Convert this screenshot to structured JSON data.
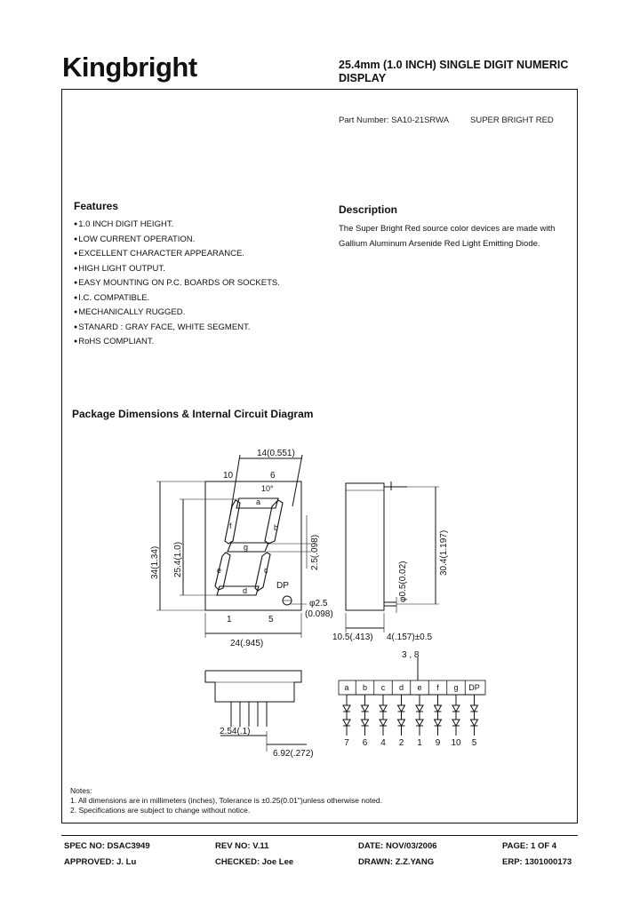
{
  "header": {
    "logo": "Kingbright",
    "title_line1": "25.4mm (1.0 INCH) SINGLE DIGIT NUMERIC",
    "title_line2": "DISPLAY"
  },
  "part": {
    "number": "Part Number: SA10-21SRWA",
    "color": "SUPER  BRIGHT  RED"
  },
  "features": {
    "heading": "Features",
    "items": [
      "1.0  INCH DIGIT HEIGHT.",
      "LOW  CURRENT  OPERATION.",
      "EXCELLENT CHARACTER APPEARANCE.",
      "HIGH LIGHT OUTPUT.",
      "EASY MOUNTING ON P.C. BOARDS OR SOCKETS.",
      "I.C. COMPATIBLE.",
      "MECHANICALLY RUGGED.",
      "STANARD : GRAY FACE, WHITE SEGMENT.",
      "RoHS COMPLIANT."
    ]
  },
  "description": {
    "heading": "Description",
    "line1": "The Super Bright Red source color devices are made with",
    "line2": "Gallium Aluminum Arsenide Red Light Emitting Diode."
  },
  "package": {
    "heading": "Package Dimensions & Internal Circuit Diagram",
    "dims": {
      "width_top": "14(0.551)",
      "angle": "10°",
      "height_total": "34(1.34)",
      "height_digit": "25.4(1.0)",
      "seg_gap": "2.5(.098)",
      "dp_dia": "φ2.5",
      "dp_dia_in": "(0.098)",
      "width_body": "24(.945)",
      "side_height": "30.4(1.197)",
      "pin_dia": "φ0.5(0.02)",
      "depth": "10.5(.413)",
      "pin_len": "4(.157)±0.5",
      "pitch": "2.54(.1)",
      "row_span": "6.92(.272)"
    },
    "pins_top": [
      "10",
      "6"
    ],
    "pins_bottom": [
      "1",
      "5"
    ],
    "segments": [
      "a",
      "b",
      "c",
      "d",
      "e",
      "f",
      "g"
    ],
    "dp_label": "DP",
    "circuit": {
      "common": "3 , 8",
      "labels": [
        "a",
        "b",
        "c",
        "d",
        "e",
        "f",
        "g",
        "DP"
      ],
      "pins": [
        "7",
        "6",
        "4",
        "2",
        "1",
        "9",
        "10",
        "5"
      ]
    }
  },
  "notes": {
    "title": "Notes:",
    "n1": "1. All dimensions are in millimeters (inches), Tolerance is ±0.25(0.01\")unless otherwise noted.",
    "n2": "2. Specifications are subject to change without notice."
  },
  "footer": {
    "spec": "SPEC NO: DSAC3949",
    "rev": "REV NO: V.11",
    "date": "DATE: NOV/03/2006",
    "page": "PAGE:  1 OF 4",
    "approved": "APPROVED: J. Lu",
    "checked": "CHECKED: Joe Lee",
    "drawn": "DRAWN: Z.Z.YANG",
    "erp": "ERP: 1301000173"
  }
}
